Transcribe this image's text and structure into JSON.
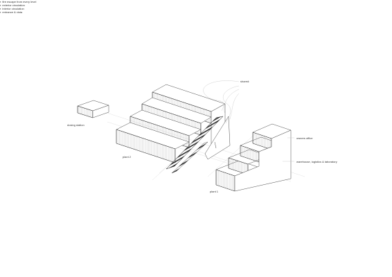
{
  "labels": {
    "shared_title": "shared:",
    "shared_items": [
      "fire escape from every level",
      "exterior circulation",
      "interior circulation",
      "entrance & vista"
    ],
    "dosing_station": "dosing station",
    "plant_2": "plant 2",
    "plant_1": "plant 1",
    "office": "owners office",
    "warehouse": "warehouse, logistics & laboratory"
  },
  "colors": {
    "line": "#4a4a4a",
    "hatch": "#9a9a9a",
    "stair": "#2f2f2f",
    "leader": "#bbbbbb",
    "paper": "#ffffff"
  }
}
